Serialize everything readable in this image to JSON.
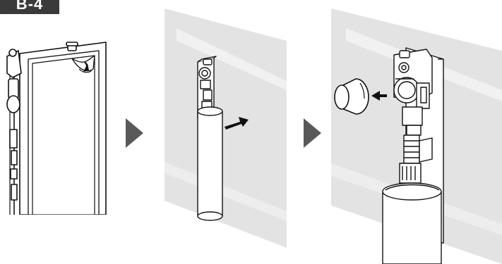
{
  "step_label": "B-4",
  "colors": {
    "badge_bg": "#3a3a3a",
    "wall": "#e3e3e3",
    "wall_stripe": "#f2f2f2",
    "arrow": "#595959",
    "line": "#111111",
    "white": "#ffffff"
  },
  "panels": [
    {
      "name": "panel-1-cover-removal",
      "icon": "cover-peel-icon"
    },
    {
      "name": "panel-2-slide-tube",
      "icon": "slide-arrow-icon"
    },
    {
      "name": "panel-3-remove-cap",
      "icon": "cap-arrow-icon"
    }
  ]
}
